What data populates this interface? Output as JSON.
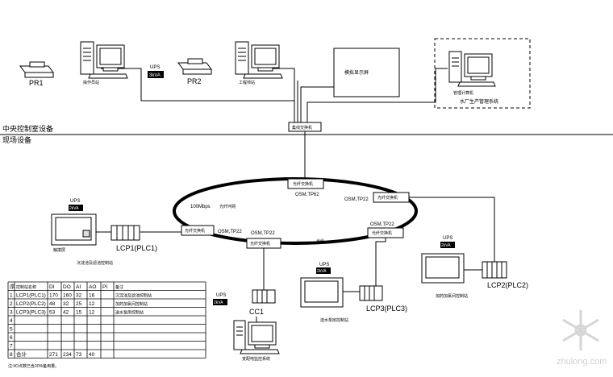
{
  "central": {
    "printer1_label": "PR1",
    "printer2_label": "PR2",
    "workstation1_label": "操作员站",
    "workstation2_label": "工程师站",
    "ups_label": "UPS",
    "ups_rating": "3kVA",
    "display_label": "模拟显示屏",
    "mgmt_pc_label": "管理计算机",
    "mgmt_caption": "水厂生产管理系统",
    "switch_label": "集线交换机",
    "zone_upper": "中央控制室设备",
    "zone_lower": "现场设备"
  },
  "ring": {
    "speed_label": "100Mbps",
    "speed_sub": "光纤环网",
    "osm_top": "OSM,TP62",
    "osm_right": "OSM,TP22",
    "osm_left": "OSM,TP22",
    "osm_bottom": "OSM,TP22",
    "osm_bottomright": "OSM,TP22",
    "node_box_label": "光纤交换机",
    "fiber_label": "光纤"
  },
  "stations": {
    "lcp1_label": "LCP1(PLC1)",
    "lcp1_ups": "UPS",
    "lcp1_ups_rating": "2kVA",
    "lcp1_caption": "沉淀池及滤池控制站",
    "lcp1_screen_caption": "触摸屏",
    "lcp2_label": "LCP2(PLC2)",
    "lcp2_ups": "UPS",
    "lcp2_ups_rating": "2kVA",
    "lcp2_caption": "加药加氯间控制站",
    "lcp3_label": "LCP3(PLC3)",
    "lcp3_ups": "UPS",
    "lcp3_ups_rating": "2kVA",
    "lcp3_caption": "送水泵房控制站",
    "cc1_label": "CC1",
    "cc1_ups": "UPS",
    "cc1_ups_rating": "2kVA",
    "cc1_caption": "变配电监控系统"
  },
  "table": {
    "headers": [
      "序",
      "控制站名称",
      "DI",
      "DO",
      "AI",
      "AO",
      "PI",
      "备注"
    ],
    "rows": [
      [
        "1",
        "LCP1(PLC1)",
        "170",
        "160",
        "32",
        "16",
        "",
        "沉淀池及滤池控制站"
      ],
      [
        "2",
        "LCP2(PLC2)",
        "48",
        "32",
        "25",
        "12",
        "",
        "加药加氯间控制站"
      ],
      [
        "3",
        "LCP3(PLC3)",
        "53",
        "42",
        "15",
        "12",
        "",
        "送水泵房控制站"
      ],
      [
        "4",
        "",
        "",
        "",
        "",
        "",
        "",
        ""
      ],
      [
        "5",
        "",
        "",
        "",
        "",
        "",
        "",
        ""
      ],
      [
        "6",
        "",
        "",
        "",
        "",
        "",
        "",
        ""
      ],
      [
        "7",
        "",
        "",
        "",
        "",
        "",
        "",
        ""
      ],
      [
        "8",
        "合计",
        "271",
        "234",
        "73",
        "40",
        "",
        ""
      ]
    ],
    "footnote": "注:I/O点数已含20%备用量。"
  },
  "watermark": {
    "text": "zhulong.com"
  }
}
